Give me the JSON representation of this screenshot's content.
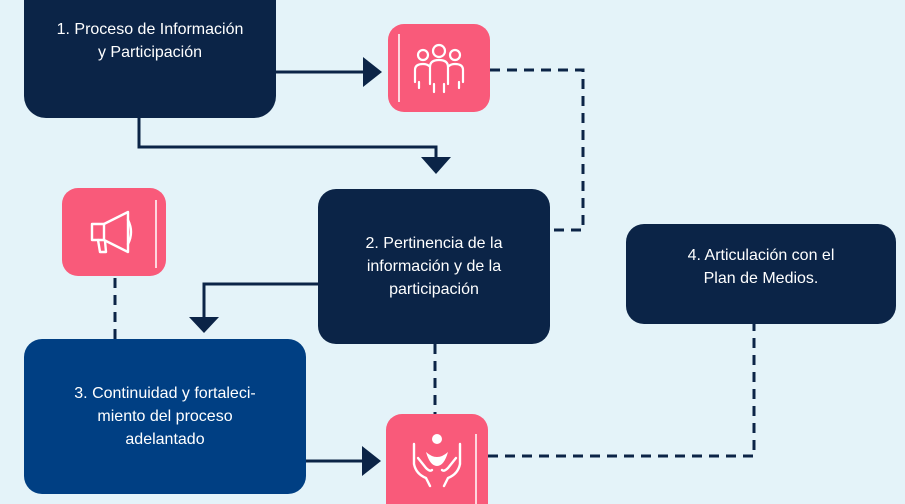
{
  "diagram": {
    "boxes": {
      "step1": "1. Proceso de Información\ny Participación",
      "step2": "2. Pertinencia de la\ninformación y de la\nparticipación",
      "step3": "3. Continuidad y fortaleci-\nmiento del proceso\nadelantado",
      "step4": "4. Articulación con el\nPlan de Medios."
    },
    "icons": [
      "people-group-icon",
      "megaphone-icon",
      "hands-care-icon"
    ],
    "colors": {
      "background": "#e4f3f9",
      "dark_box": "#0b2447",
      "blue_box": "#003f83",
      "icon_tile": "#f95a7a",
      "connector": "#0b2447"
    }
  }
}
